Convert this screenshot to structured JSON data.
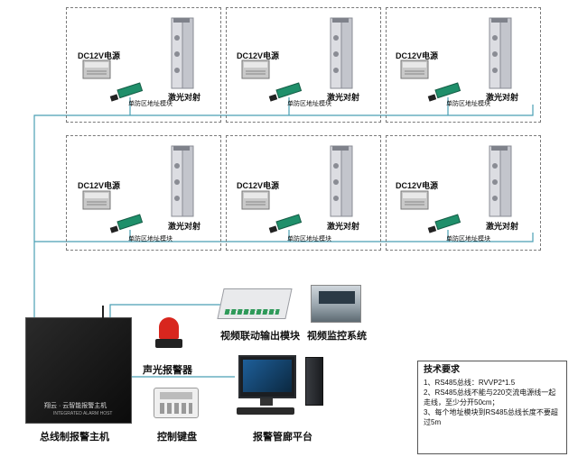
{
  "zone_labels": {
    "psu": "DC12V电源",
    "laser": "激光对射",
    "module": "单防区地址模块"
  },
  "devices": {
    "host": "总线制报警主机",
    "host_brand": "翔云 · 云智能报警主机",
    "host_brand_sub": "INTEGRATED ALARM HOST",
    "siren": "声光报警器",
    "keyboard": "控制键盘",
    "video_link": "视频联动输出模块",
    "video_monitor": "视频监控系统",
    "platform": "报警管廊平台"
  },
  "tech": {
    "title": "技术要求",
    "lines": [
      "1、RS485总线：RVVP2*1.5",
      "2、RS485总线不能与220交流电源线一起走线，至少分开50cm；",
      "3、每个地址模块到RS485总线长度不要超过5m"
    ]
  },
  "colors": {
    "bus_line": "#4a9fb5",
    "zone_border": "#7a7a7a",
    "module_board": "#1f8f6a"
  }
}
